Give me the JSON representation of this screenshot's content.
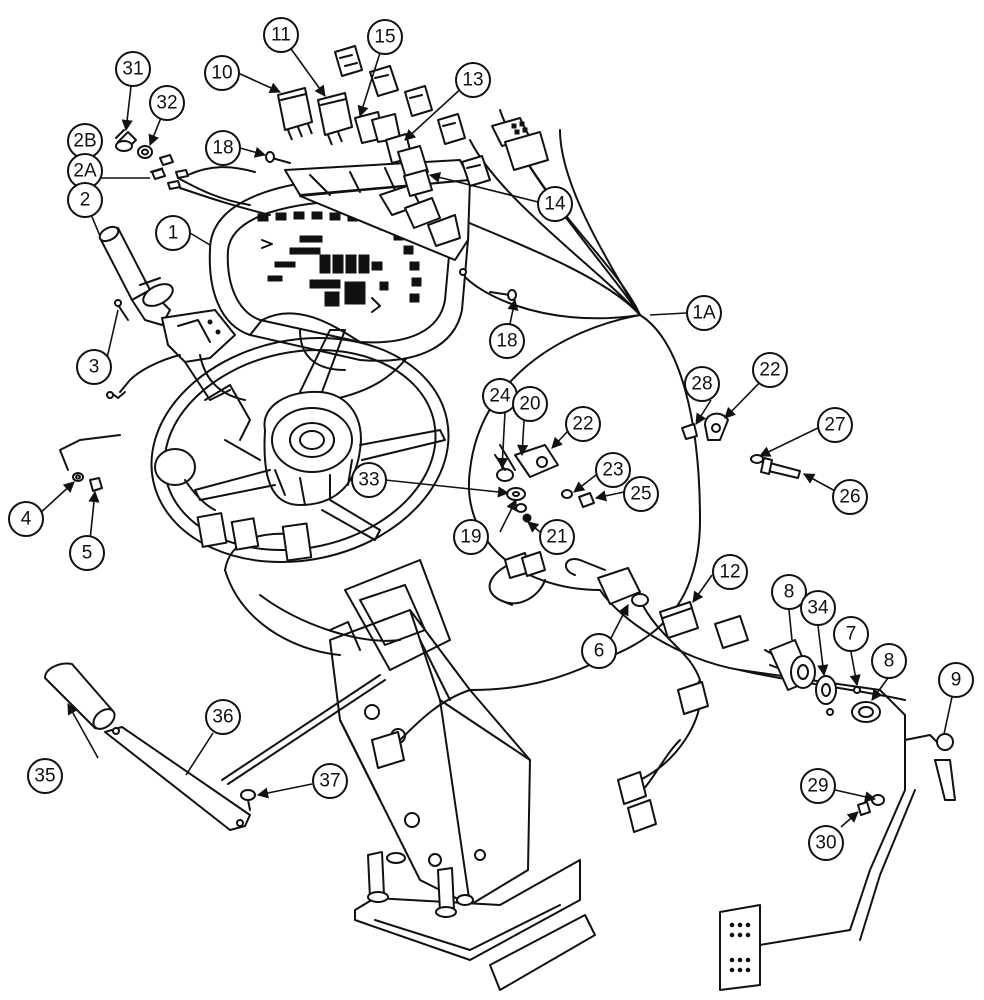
{
  "callouts": [
    "1",
    "1A",
    "2",
    "2A",
    "2B",
    "3",
    "4",
    "5",
    "6",
    "7",
    "8",
    "9",
    "10",
    "11",
    "12",
    "13",
    "14",
    "15",
    "18",
    "19",
    "20",
    "21",
    "22",
    "23",
    "24",
    "25",
    "26",
    "27",
    "28",
    "29",
    "30",
    "31",
    "32",
    "33",
    "34",
    "35",
    "36",
    "37"
  ]
}
